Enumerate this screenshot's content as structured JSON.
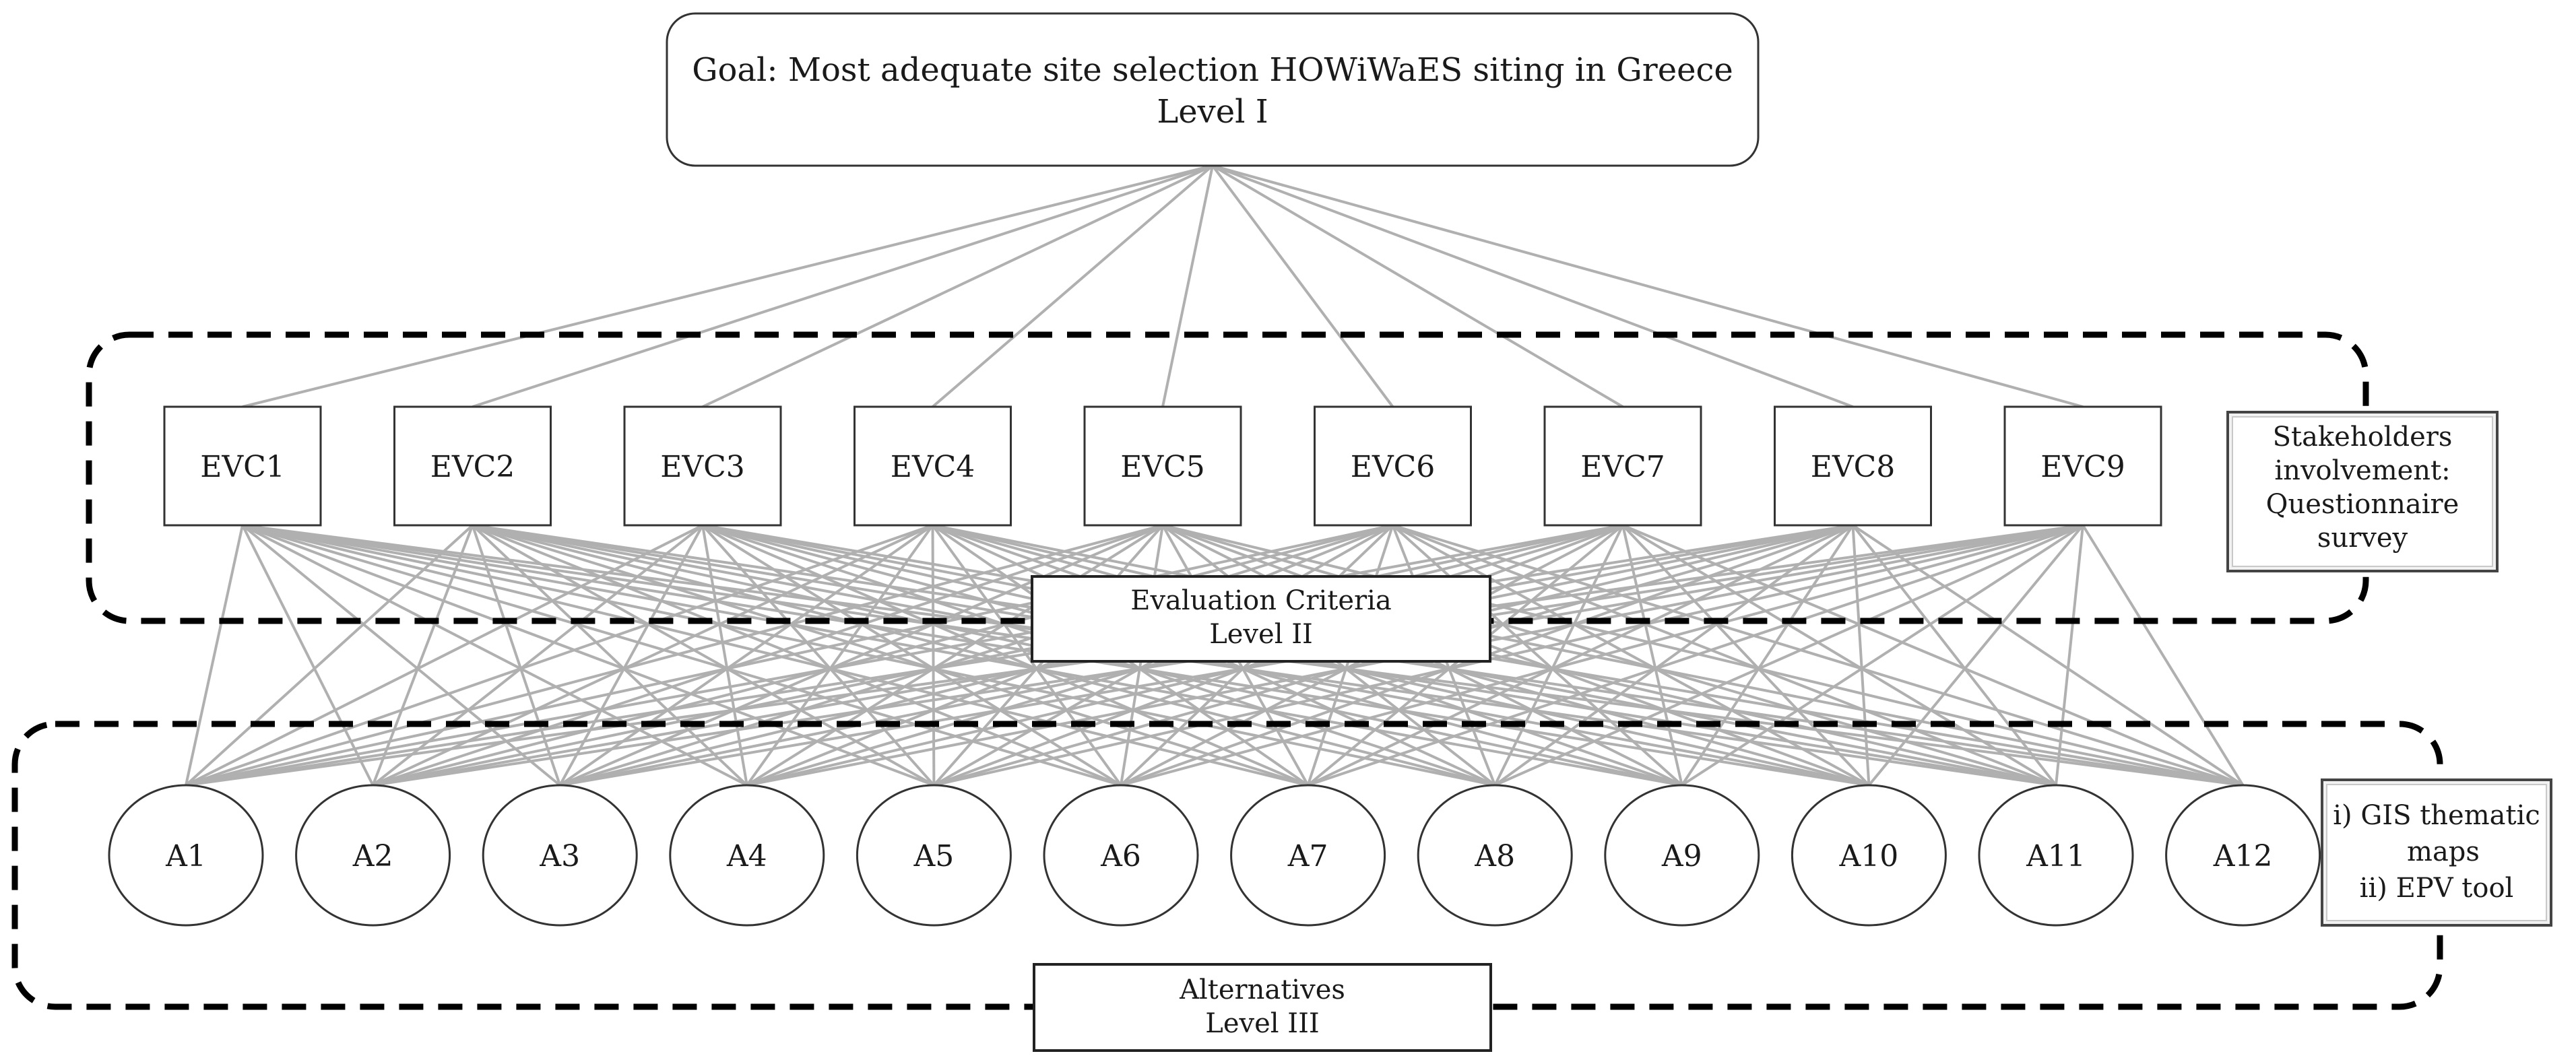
{
  "goal": {
    "line1": "Goal: Most adequate site selection HOWiWaES siting in Greece",
    "line2": "Level I"
  },
  "criteria": {
    "items": [
      "EVC1",
      "EVC2",
      "EVC3",
      "EVC4",
      "EVC5",
      "EVC6",
      "EVC7",
      "EVC8",
      "EVC9"
    ],
    "level_line1": "Evaluation Criteria",
    "level_line2": "Level II"
  },
  "alternatives": {
    "items": [
      "A1",
      "A2",
      "A3",
      "A4",
      "A5",
      "A6",
      "A7",
      "A8",
      "A9",
      "A10",
      "A11",
      "A12"
    ],
    "level_line1": "Alternatives",
    "level_line2": "Level III"
  },
  "stakeholders_note": {
    "line1": "Stakeholders",
    "line2": "involvement:",
    "line3": "Questionnaire",
    "line4": "survey"
  },
  "tools_note": {
    "line1": "i) GIS thematic",
    "line2": "maps",
    "line3": "ii) EPV tool"
  },
  "colors": {
    "connector": "#b0b0b0",
    "border": "#333333",
    "dashed_border": "#000000",
    "background": "#ffffff"
  }
}
